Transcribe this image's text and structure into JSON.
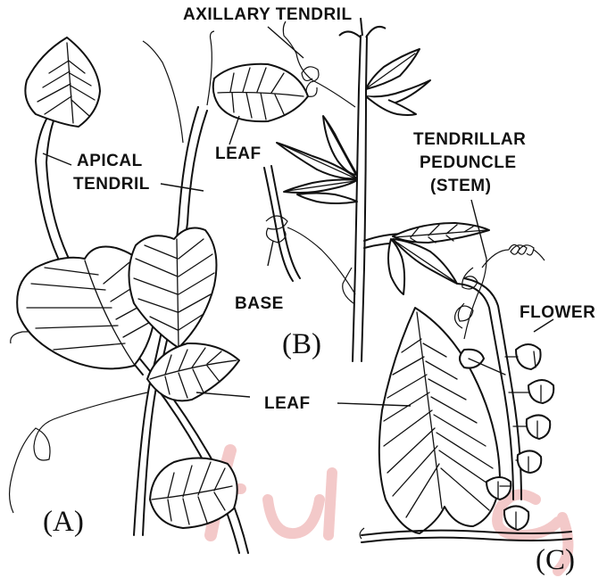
{
  "labels": {
    "axillary_tendril": "AXILLARY TENDRIL",
    "apical": "APICAL",
    "tendril": "TENDRIL",
    "leaf_top": "LEAF",
    "tendrillar": "TENDRILLAR",
    "peduncle": "PEDUNCLE",
    "stem": "(STEM)",
    "base": "BASE",
    "flower": "FLOWER",
    "leaf_center": "LEAF"
  },
  "panels": {
    "a": "(A)",
    "b": "(B)",
    "c": "(C)"
  },
  "watermark": {
    "color": "#f2c0c0"
  }
}
